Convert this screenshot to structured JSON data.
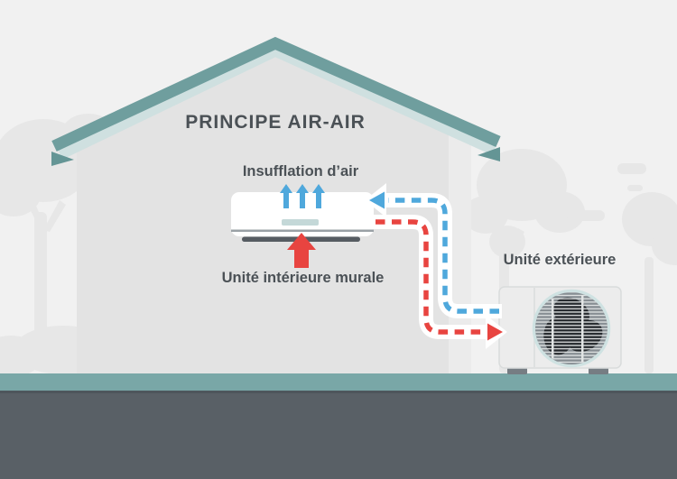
{
  "diagram": {
    "title": "PRINCIPE AIR-AIR",
    "labels": {
      "insufflation": "Insufflation d’air",
      "indoor_unit": "Unité intérieure murale",
      "outdoor_unit": "Unité extérieure"
    },
    "flows": [
      {
        "name": "flux-vers-unite-interieure",
        "color": "#4fa8dc",
        "style": "dashed-arrow",
        "direction": "unite-exterieure → unite-interieure"
      },
      {
        "name": "flux-vers-unite-exterieure",
        "color": "#e84440",
        "style": "dashed-arrow",
        "direction": "unite-interieure → unite-exterieure"
      },
      {
        "name": "insufflation-air",
        "color": "#4fa8dc",
        "style": "triple-arrow-up",
        "direction": "sortie-haut-unite-interieure"
      },
      {
        "name": "aspiration-air",
        "color": "#e84440",
        "style": "arrow-up",
        "direction": "entree-bas-unite-interieure"
      }
    ],
    "colors": {
      "background": "#f1f1f1",
      "wall": "#e3e3e3",
      "wall_highlight": "#ebebeb",
      "silhouette": "#e7e7e7",
      "roof_teal": "#6f9e9e",
      "roof_teal_light": "#cfe0e0",
      "roof_teal_dark": "#649595",
      "ground_teal": "#79a7a7",
      "ground_edge": "#4e565c",
      "ground_dark": "#596066",
      "text": "#4b5156",
      "arrow_blue": "#4fa8dc",
      "arrow_red": "#e84440",
      "unit_white": "#ffffff",
      "unit_teal_bar": "#c4d8d8",
      "unit_line": "#9aa1a6",
      "vane_gray": "#565c62",
      "outdoor_body": "#ececec",
      "outdoor_border": "#d9dcdc",
      "feet_gray": "#767d83",
      "fan_dark": "#24282c",
      "fan_gray": "#868d92",
      "fan_ring": "#cfe2e2",
      "grille_line": "#e2e5e5"
    }
  }
}
